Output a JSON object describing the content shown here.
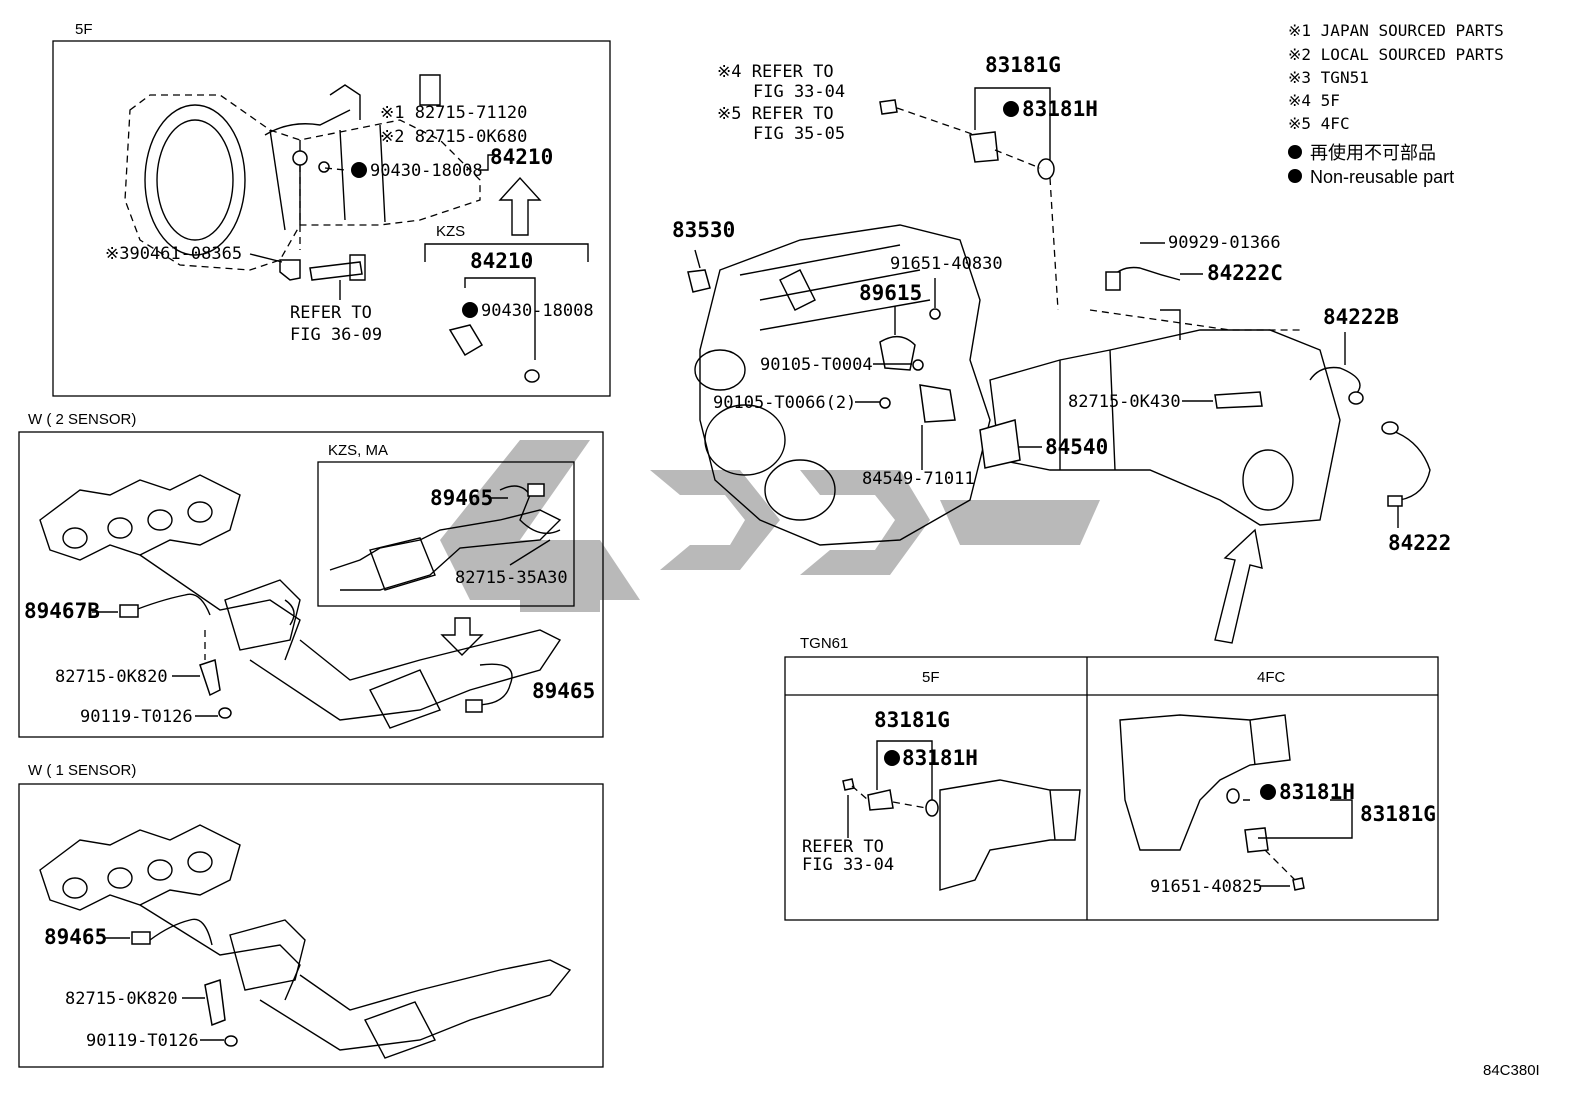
{
  "legend": {
    "notes": [
      "※1 JAPAN SOURCED PARTS",
      "※2 LOCAL SOURCED PARTS",
      "※3 TGN51",
      "※4 5F",
      "※5 4FC"
    ],
    "nonreusable_jp": "再使用不可部品",
    "nonreusable_en": "Non-reusable part"
  },
  "figure_id": "84C380I",
  "panel_5f": {
    "title": "5F",
    "labels": {
      "p1": "※1 82715-71120",
      "p2": "※2 82715-0K680",
      "p3": "90430-18008",
      "p4": "84210",
      "p5": "※390461-08365",
      "p6": "REFER TO",
      "p7": "FIG 36-09"
    },
    "kzs": {
      "title": "KZS",
      "p1": "84210",
      "p2": "90430-18008"
    }
  },
  "panel_w2": {
    "title": "W ( 2 SENSOR)",
    "labels": {
      "p1": "89467B",
      "p2": "82715-0K820",
      "p3": "90119-T0126",
      "p4": "89465"
    },
    "inset": {
      "title": "KZS, MA",
      "p1": "89465",
      "p2": "82715-35A30"
    }
  },
  "panel_w1": {
    "title": "W ( 1 SENSOR)",
    "labels": {
      "p1": "89465",
      "p2": "82715-0K820",
      "p3": "90119-T0126"
    }
  },
  "main": {
    "refer1": "※4 REFER TO",
    "refer1b": "FIG 33-04",
    "refer2": "※5 REFER TO",
    "refer2b": "FIG 35-05",
    "p83181g": "83181G",
    "p83181h": "83181H",
    "p83530": "83530",
    "p91651": "91651-40830",
    "p89615": "89615",
    "p90929": "90929-01366",
    "p84222c": "84222C",
    "p84222b": "84222B",
    "p90105a": "90105-T0004",
    "p90105b": "90105-T0066(2)",
    "p82715": "82715-0K430",
    "p84540": "84540",
    "p84549": "84549-71011",
    "p84222": "84222"
  },
  "tgn61": {
    "title": "TGN61",
    "col1": "5F",
    "col2": "4FC",
    "left": {
      "p1": "83181G",
      "p2": "83181H",
      "p3": "REFER TO",
      "p4": "FIG 33-04"
    },
    "right": {
      "p1": "83181H",
      "p2": "83181G",
      "p3": "91651-40825"
    }
  }
}
